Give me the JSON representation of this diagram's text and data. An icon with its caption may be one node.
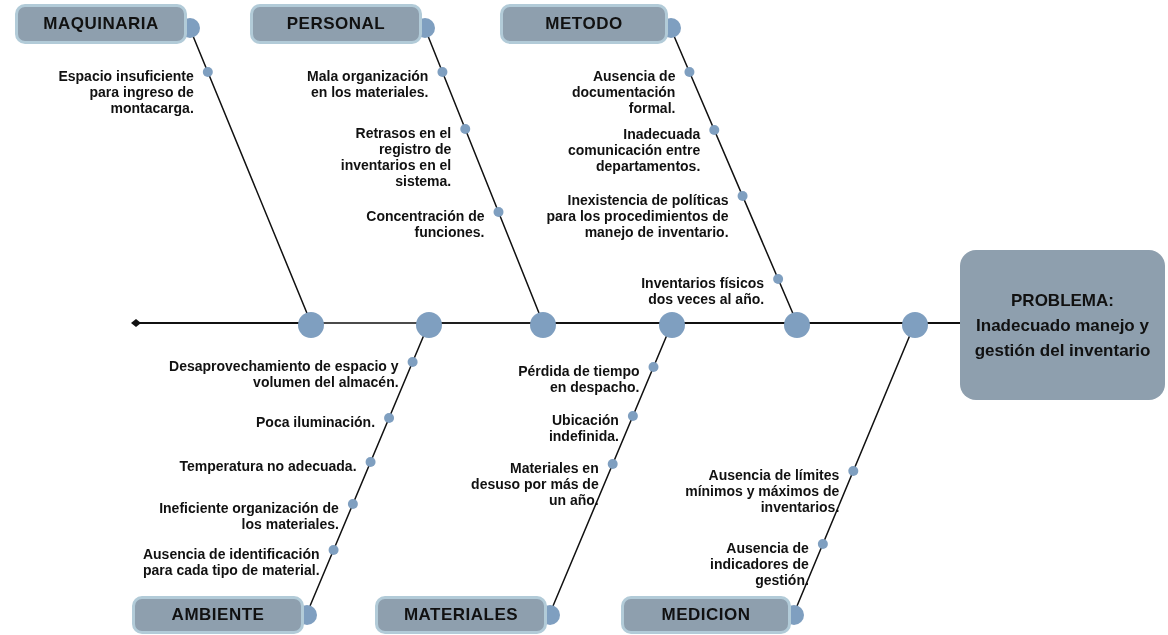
{
  "diagram": {
    "nodes": [
      {
        "text": [
          "MAQUINARIA"
        ]
      },
      {
        "text": [
          "PERSONAL"
        ]
      },
      {
        "text": [
          "METODO"
        ]
      },
      {
        "text": [
          "PROBLEMA: Inadecuado manejo y gestión del inventario"
        ]
      },
      {
        "text": [
          "AMBIENTE"
        ]
      },
      {
        "text": [
          "MATERIALES"
        ]
      },
      {
        "text": [
          "MEDICION"
        ]
      }
    ],
    "edges": [
      {
        "from": 0,
        "to": 3,
        "arrow": "none"
      },
      {
        "from": 1,
        "to": 3,
        "arrow": "none"
      },
      {
        "from": 2,
        "to": 3,
        "arrow": "none"
      },
      {
        "from": 4,
        "to": 3,
        "arrow": "none"
      },
      {
        "from": 5,
        "to": 3,
        "arrow": "none"
      },
      {
        "from": 6,
        "to": 3,
        "arrow": "none"
      }
    ],
    "labels": [
      "Espacio insuficiente para ingreso de montacarga.",
      "Mala organización en los materiales.",
      "Retrasos en el registro de inventarios en el sistema.",
      "Concentración de funciones.",
      "Ausencia de documentación formal.",
      "Inadecuada comunicación entre departamentos.",
      "Inexistencia de políticas para los procedimientos de manejo de inventario.",
      "Inventarios físicos dos veces al año.",
      "Desaprovechamiento de espacio y volumen del almacén.",
      "Poca iluminación.",
      "Temperatura no adecuada.",
      "Ineficiente organización de los materiales.",
      "Ausencia de identificación para cada tipo de material.",
      "Pérdida de tiempo en despacho.",
      "Ubicación indefinida.",
      "Materiales en desuso por más de un año.",
      "Ausencia de límites mínimos y máximos de inventarios.",
      "Ausencia de indicadores de gestión."
    ]
  }
}
